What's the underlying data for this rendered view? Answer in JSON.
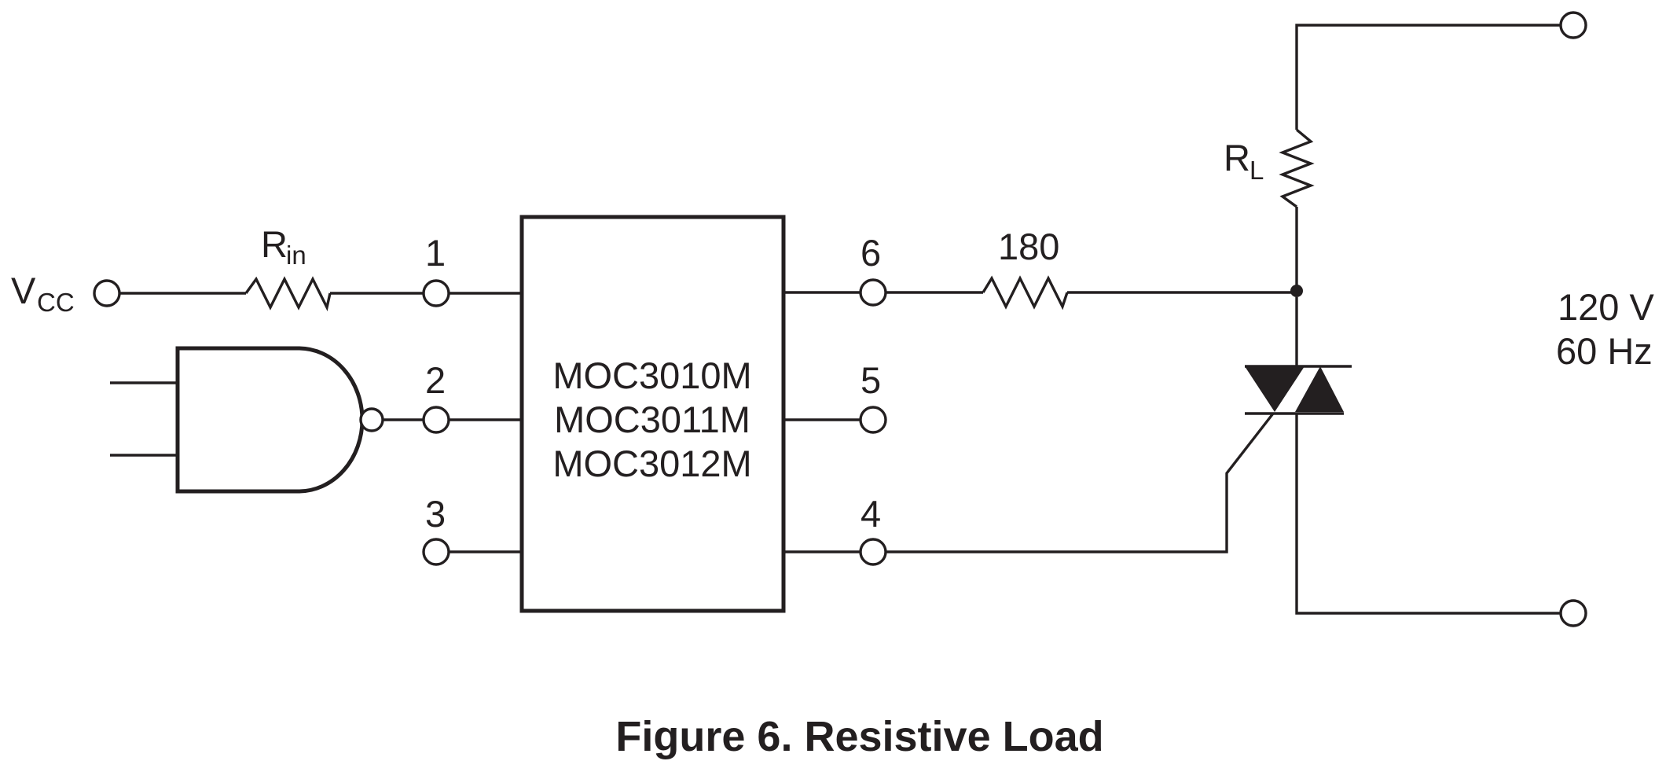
{
  "caption": "Figure 6. Resistive Load",
  "ic": {
    "lines": [
      "MOC3010M",
      "MOC3011M",
      "MOC3012M"
    ]
  },
  "pins": {
    "p1": "1",
    "p2": "2",
    "p3": "3",
    "p4": "4",
    "p5": "5",
    "p6": "6"
  },
  "labels": {
    "vcc_main": "V",
    "vcc_sub": "CC",
    "rin_main": "R",
    "rin_sub": "in",
    "rl_main": "R",
    "rl_sub": "L",
    "r180": "180",
    "supply_voltage": "120 V",
    "supply_freq": "60 Hz"
  },
  "colors": {
    "ink": "#231f20",
    "background": "#ffffff"
  }
}
